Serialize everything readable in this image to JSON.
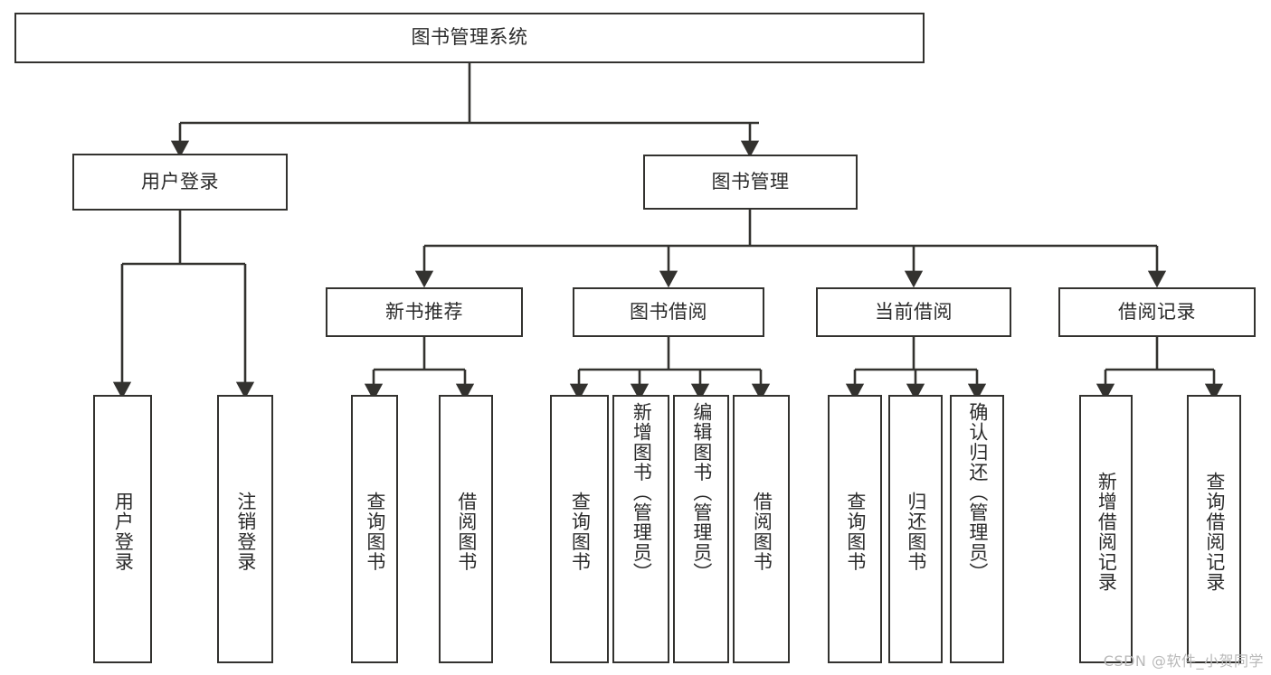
{
  "diagram": {
    "title": "图书管理系统",
    "type": "tree-hierarchy",
    "watermark": "CSDN @软件_小贺同学",
    "colors": {
      "stroke": "#33322f",
      "text": "#2b2b2b",
      "background": "#ffffff",
      "watermark": "#b9b9b9"
    },
    "root": {
      "label": "图书管理系统"
    },
    "level1": [
      {
        "label": "用户登录"
      },
      {
        "label": "图书管理"
      }
    ],
    "level2": [
      {
        "label": "新书推荐"
      },
      {
        "label": "图书借阅"
      },
      {
        "label": "当前借阅"
      },
      {
        "label": "借阅记录"
      }
    ],
    "leaves": {
      "user_login": [
        {
          "label": "用户登录"
        },
        {
          "label": "注销登录"
        }
      ],
      "new_book_recommend": [
        {
          "label": "查询图书"
        },
        {
          "label": "借阅图书"
        }
      ],
      "book_borrow": [
        {
          "label": "查询图书"
        },
        {
          "label": "新增图书（管理员）"
        },
        {
          "label": "编辑图书（管理员）"
        },
        {
          "label": "借阅图书"
        }
      ],
      "current_borrow": [
        {
          "label": "查询图书"
        },
        {
          "label": "归还图书"
        },
        {
          "label": "确认归还（管理员）"
        }
      ],
      "borrow_record": [
        {
          "label": "新增借阅记录"
        },
        {
          "label": "查询借阅记录"
        }
      ]
    }
  }
}
